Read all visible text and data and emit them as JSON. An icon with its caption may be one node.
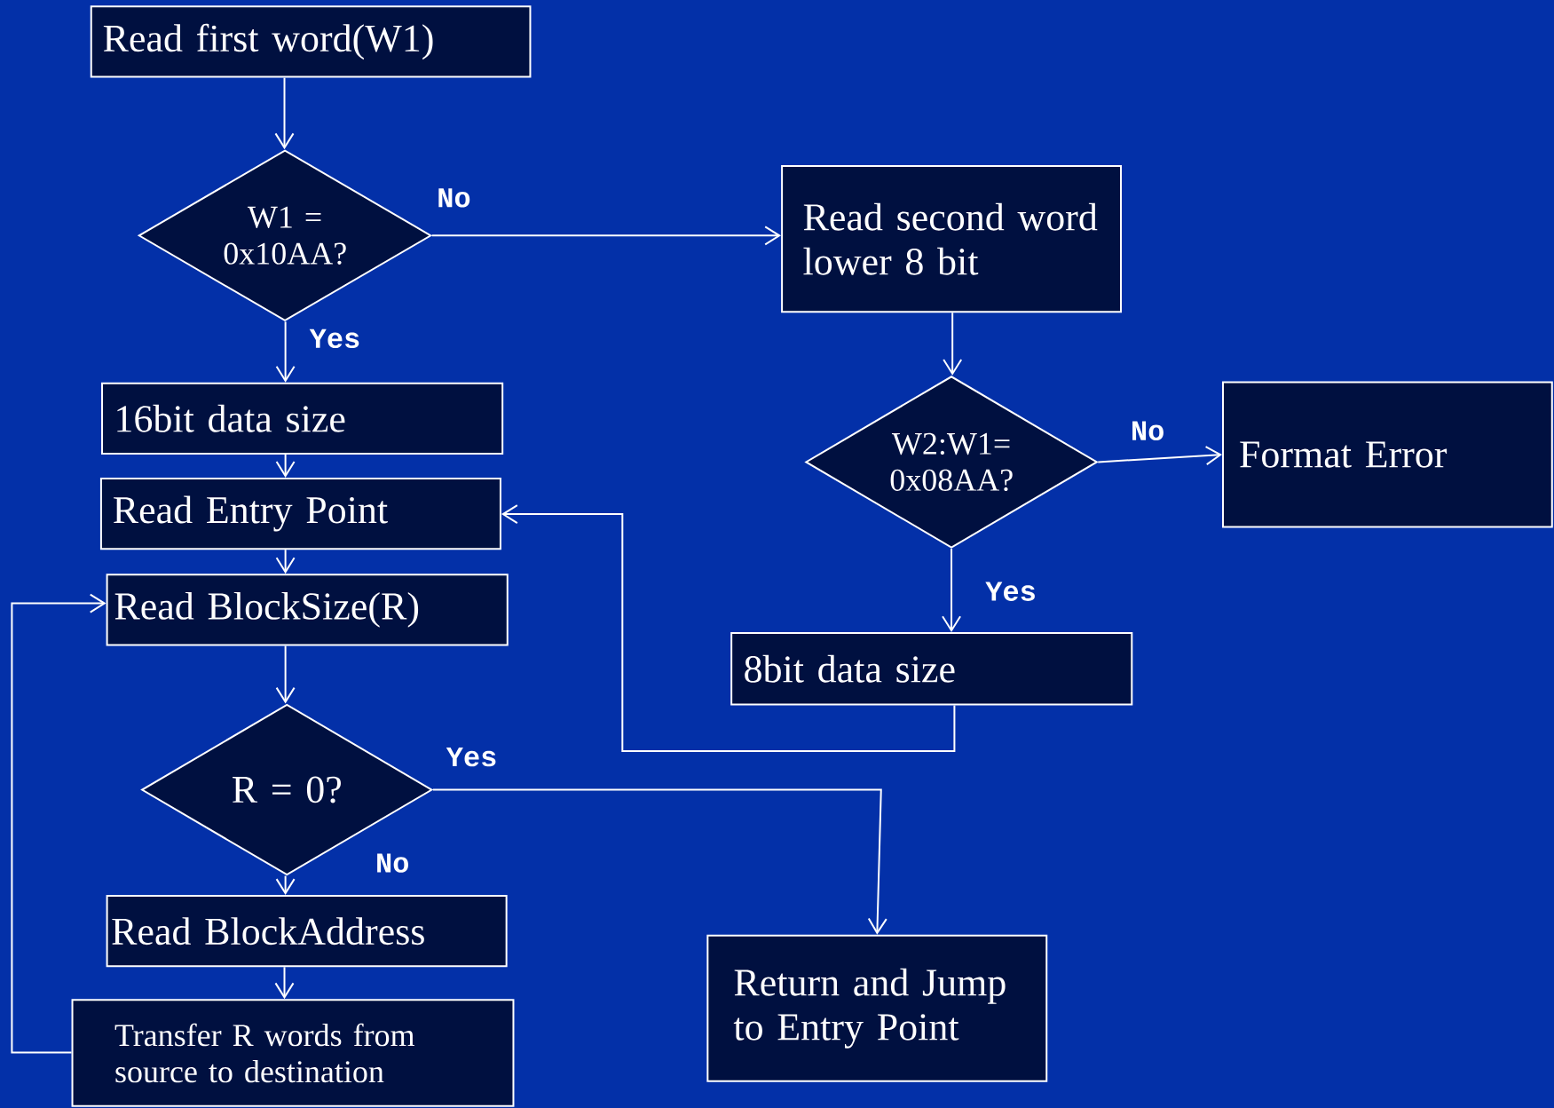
{
  "diagram": {
    "nodes": [
      {
        "text": [
          "Read first word(W1)"
        ]
      },
      {
        "text": [
          "W1 = 0x10AA?"
        ]
      },
      {
        "text": [
          "Read second word lower 8 bit"
        ]
      },
      {
        "text": [
          "16bit data size"
        ]
      },
      {
        "text": [
          "W2:W1= 0x08AA?"
        ]
      },
      {
        "text": [
          "Format Error"
        ]
      },
      {
        "text": [
          "Read Entry Point"
        ]
      },
      {
        "text": [
          "Read BlockSize(R)"
        ]
      },
      {
        "text": [
          "8bit data size"
        ]
      },
      {
        "text": [
          "R = 0?"
        ]
      },
      {
        "text": [
          "Read BlockAddress"
        ]
      },
      {
        "text": [
          "Return and Jump to Entry Point"
        ]
      },
      {
        "text": [
          "Transfer R words from source to destination"
        ]
      }
    ],
    "edges": [
      {
        "from": 0,
        "to": 1,
        "arrow": "to"
      },
      {
        "from": 1,
        "to": 2,
        "arrow": "to",
        "label": "No"
      },
      {
        "from": 1,
        "to": 3,
        "arrow": "to",
        "label": "Yes"
      },
      {
        "from": 2,
        "to": 4,
        "arrow": "to"
      },
      {
        "from": 4,
        "to": 5,
        "arrow": "to",
        "label": "No"
      },
      {
        "from": 4,
        "to": 8,
        "arrow": "to",
        "label": "Yes"
      },
      {
        "from": 3,
        "to": 6,
        "arrow": "to"
      },
      {
        "from": 8,
        "to": 6,
        "arrow": "to"
      },
      {
        "from": 6,
        "to": 7,
        "arrow": "to"
      },
      {
        "from": 7,
        "to": 9,
        "arrow": "to"
      },
      {
        "from": 9,
        "to": 11,
        "arrow": "to",
        "label": "Yes"
      },
      {
        "from": 9,
        "to": 10,
        "arrow": "to",
        "label": "No"
      },
      {
        "from": 10,
        "to": 12,
        "arrow": "to"
      },
      {
        "from": 12,
        "to": 7,
        "arrow": "to"
      }
    ]
  }
}
